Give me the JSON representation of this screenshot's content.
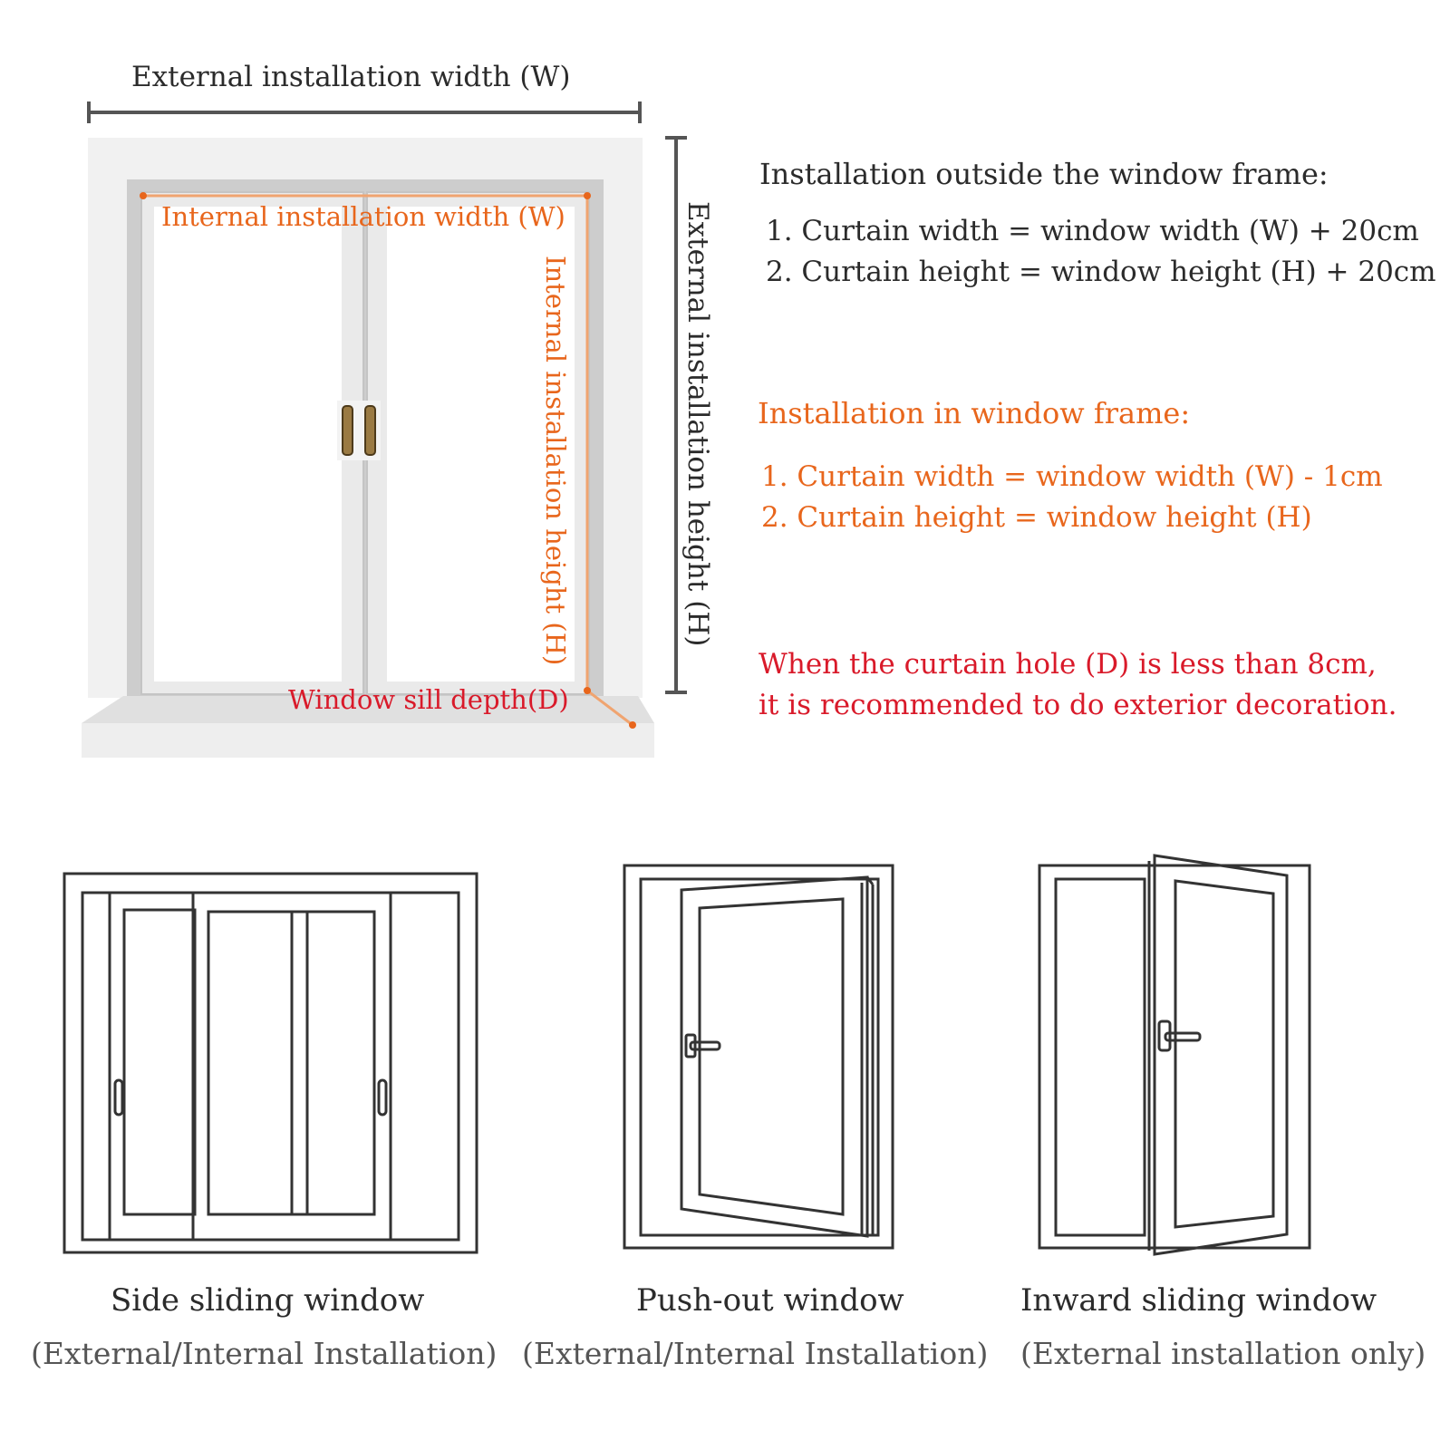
{
  "diagram": {
    "external_width_label": "External installation width (W)",
    "external_height_label": "External installation height (H)",
    "internal_width_label": "Internal installation width (W)",
    "internal_height_label": "Internal installation height (H)",
    "sill_label": "Window sill depth(D)"
  },
  "outside": {
    "heading": "Installation outside the window frame:",
    "rule_1": "1. Curtain width = window width (W) + 20cm",
    "rule_2": "2. Curtain height = window height (H) + 20cm"
  },
  "inside": {
    "heading": "Installation in window frame:",
    "rule_1": "1. Curtain width = window width (W) - 1cm",
    "rule_2": "2. Curtain height = window height (H)"
  },
  "note": {
    "line_1": "When the curtain hole (D) is less than 8cm,",
    "line_2": "it is recommended to do exterior decoration."
  },
  "window_types": [
    {
      "name": "Side sliding window",
      "note": "(External/Internal Installation)"
    },
    {
      "name": "Push-out window",
      "note": "(External/Internal Installation)"
    },
    {
      "name": "Inward sliding window",
      "note": "(External installation only)"
    }
  ],
  "colors": {
    "dark_text": "#2b2b2b",
    "orange": "#e8661c",
    "red": "#d91a2a"
  }
}
